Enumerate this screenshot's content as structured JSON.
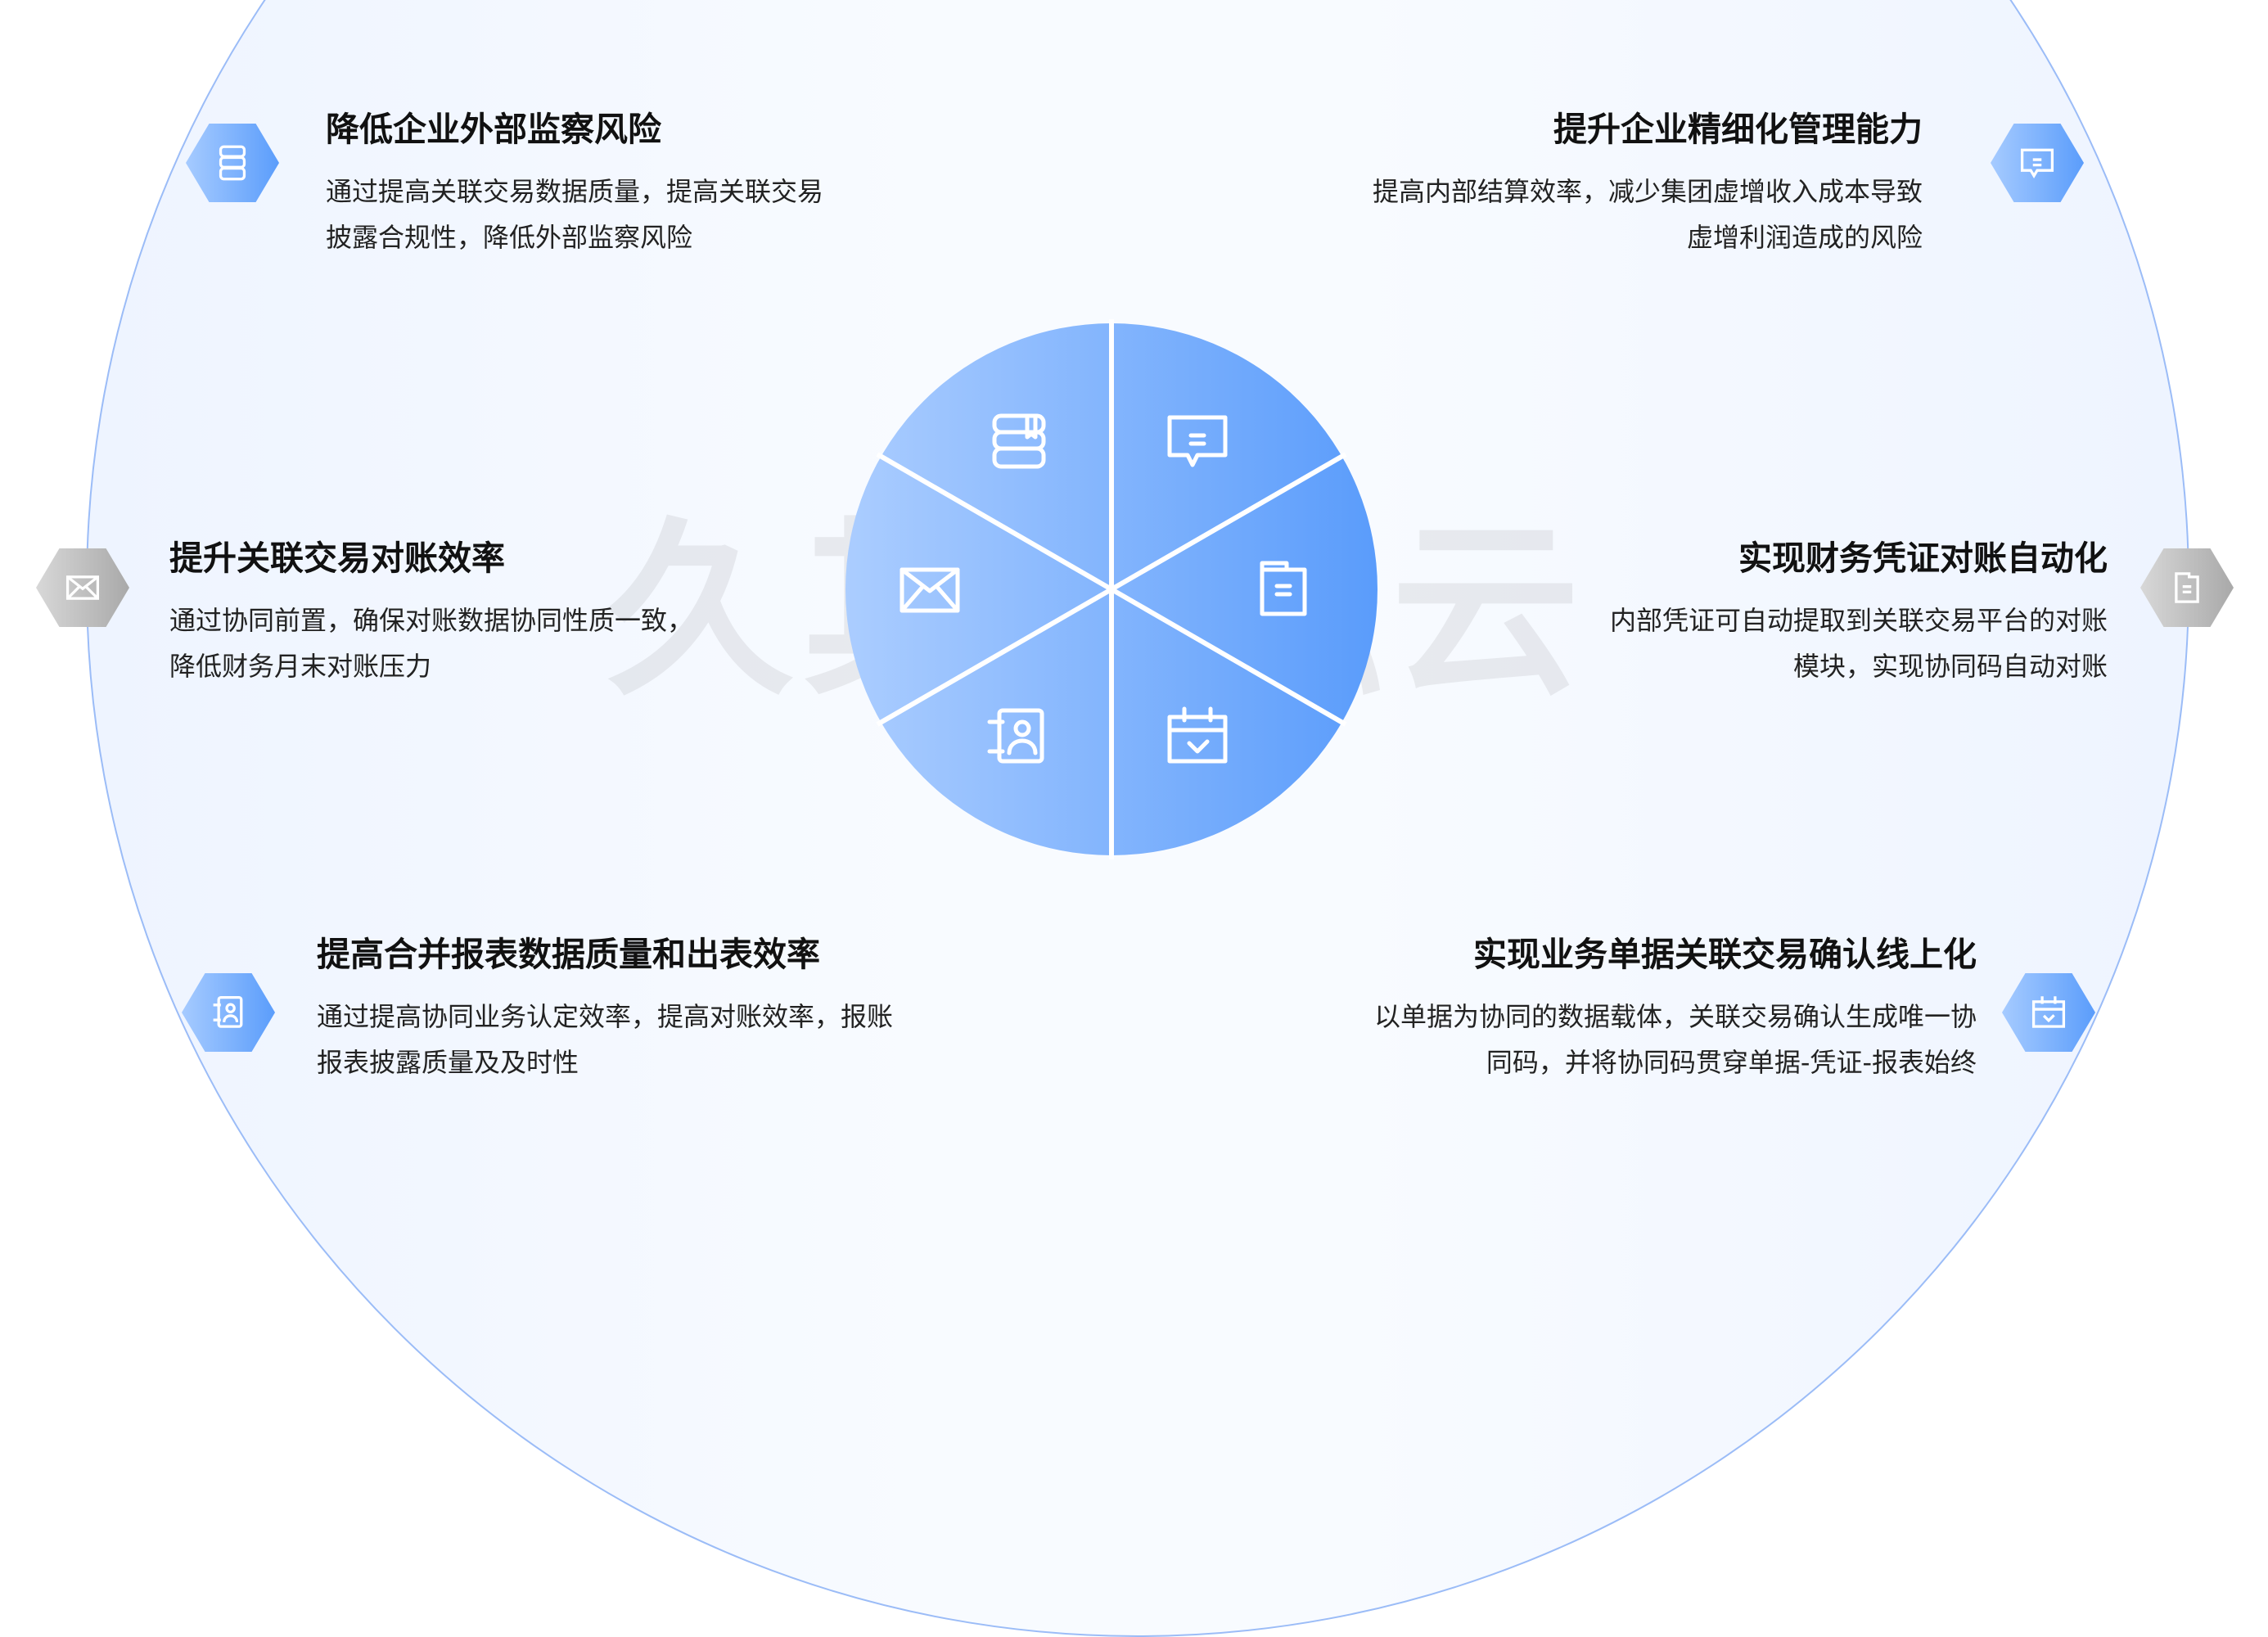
{
  "watermark": "久其金融云",
  "colors": {
    "accent": "#5b9dfb",
    "accent_light": "#a6cbff",
    "gray": "#a9a9a9"
  },
  "items": [
    {
      "title": "降低企业外部监察风险",
      "lines": [
        "通过提高关联交易数据质量，提高关联交易",
        "披露合规性，降低外部监察风险"
      ],
      "icon": "book-icon"
    },
    {
      "title": "提升企业精细化管理能力",
      "lines": [
        "提高内部结算效率，减少集团虚增收入成本导致",
        "虚增利润造成的风险"
      ],
      "icon": "message-icon"
    },
    {
      "title": "提升关联交易对账效率",
      "lines": [
        "通过协同前置，确保对账数据协同性质一致，",
        "降低财务月末对账压力"
      ],
      "icon": "mail-icon"
    },
    {
      "title": "实现财务凭证对账自动化",
      "lines": [
        "内部凭证可自动提取到关联交易平台的对账",
        "模块，实现协同码自动对账"
      ],
      "icon": "document-icon"
    },
    {
      "title": "提高合并报表数据质量和出表效率",
      "lines": [
        "通过提高协同业务认定效率，提高对账效率，报账",
        "报表披露质量及及时性"
      ],
      "icon": "contact-book-icon"
    },
    {
      "title": "实现业务单据关联交易确认线上化",
      "lines": [
        "以单据为协同的数据载体，关联交易确认生成唯一协",
        "同码，并将协同码贯穿单据-凭证-报表始终"
      ],
      "icon": "calendar-check-icon"
    }
  ]
}
